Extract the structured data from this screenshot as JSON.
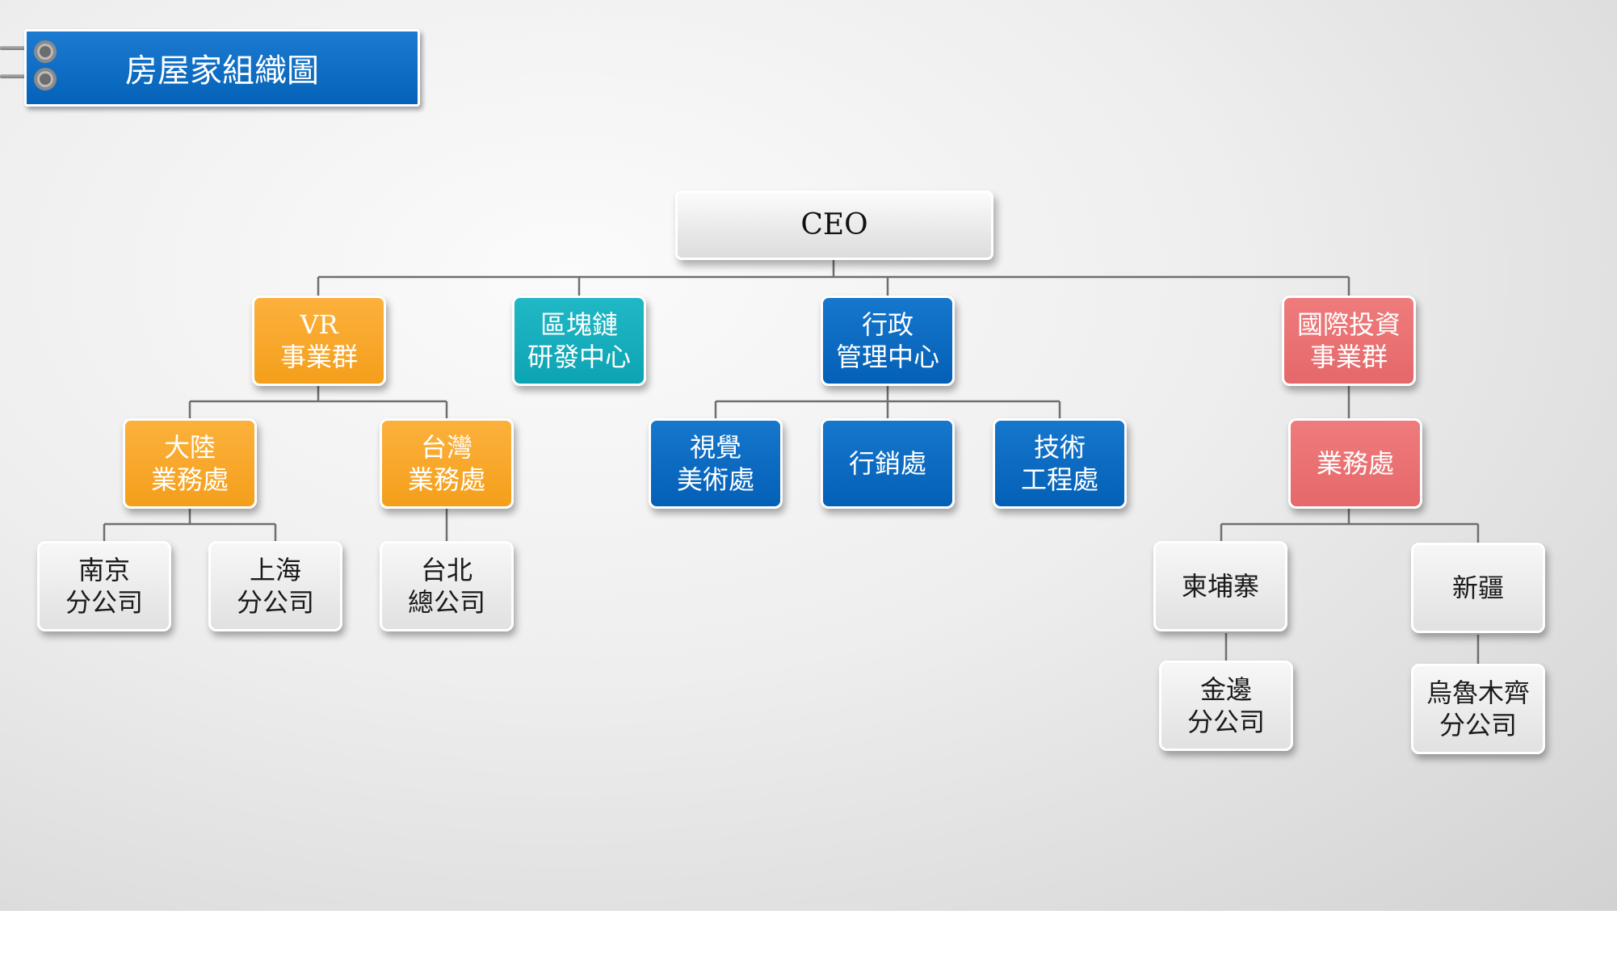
{
  "title": "房屋家組織圖",
  "colors": {
    "orange": "#F5A21F",
    "teal": "#0FA6B6",
    "blue": "#0563B9",
    "red": "#E76A6C",
    "gray": "#E6E6E6"
  },
  "ceo": {
    "label": "CEO"
  },
  "divisions": {
    "vr": {
      "line1": "VR",
      "line2": "事業群"
    },
    "blockchain": {
      "line1": "區塊鏈",
      "line2": "研發中心"
    },
    "admin": {
      "line1": "行政",
      "line2": "管理中心"
    },
    "intl": {
      "line1": "國際投資",
      "line2": "事業群"
    }
  },
  "departments": {
    "mainland_sales": {
      "line1": "大陸",
      "line2": "業務處"
    },
    "taiwan_sales": {
      "line1": "台灣",
      "line2": "業務處"
    },
    "visual_arts": {
      "line1": "視覺",
      "line2": "美術處"
    },
    "marketing": {
      "line1": "行銷處"
    },
    "tech_eng": {
      "line1": "技術",
      "line2": "工程處"
    },
    "intl_sales": {
      "line1": "業務處"
    }
  },
  "branches": {
    "nanjing": {
      "line1": "南京",
      "line2": "分公司"
    },
    "shanghai": {
      "line1": "上海",
      "line2": "分公司"
    },
    "taipei": {
      "line1": "台北",
      "line2": "總公司"
    },
    "cambodia": {
      "line1": "柬埔寨"
    },
    "xinjiang": {
      "line1": "新疆"
    },
    "phnom_penh": {
      "line1": "金邊",
      "line2": "分公司"
    },
    "urumqi": {
      "line1": "烏魯木齊",
      "line2": "分公司"
    }
  }
}
